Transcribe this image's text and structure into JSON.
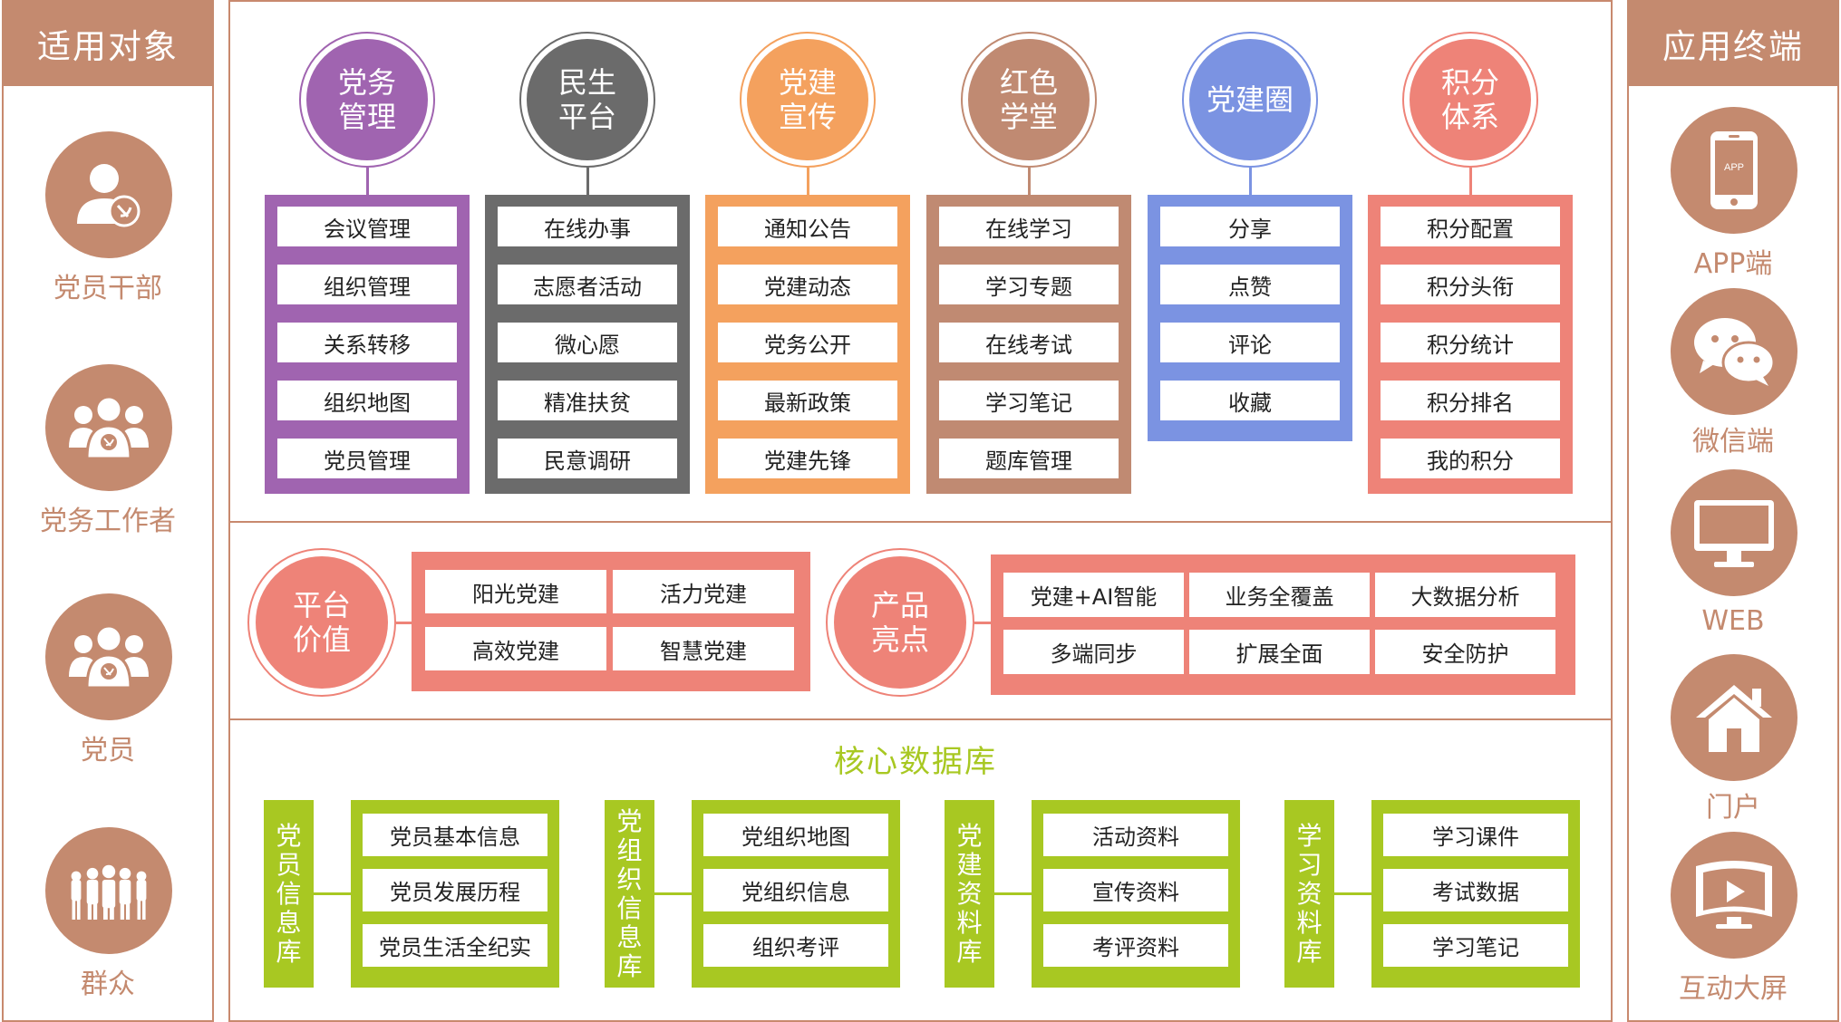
{
  "left_panel": {
    "title": "适用对象",
    "items": [
      {
        "label": "党员干部",
        "icon": "party-cadre-icon"
      },
      {
        "label": "党务工作者",
        "icon": "party-workers-icon"
      },
      {
        "label": "党员",
        "icon": "party-members-icon"
      },
      {
        "label": "群众",
        "icon": "crowd-icon"
      }
    ]
  },
  "right_panel": {
    "title": "应用终端",
    "items": [
      {
        "label": "APP端",
        "icon": "phone-app-icon",
        "icon_text": "APP"
      },
      {
        "label": "微信端",
        "icon": "wechat-icon"
      },
      {
        "label": "WEB",
        "icon": "monitor-icon"
      },
      {
        "label": "门户",
        "icon": "home-icon"
      },
      {
        "label": "互动大屏",
        "icon": "big-screen-icon"
      }
    ]
  },
  "modules": [
    {
      "title_lines": [
        "党务",
        "管理"
      ],
      "color": "#a064b0",
      "items": [
        "会议管理",
        "组织管理",
        "关系转移",
        "组织地图",
        "党员管理"
      ]
    },
    {
      "title_lines": [
        "民生",
        "平台"
      ],
      "color": "#6b6b6b",
      "items": [
        "在线办事",
        "志愿者活动",
        "微心愿",
        "精准扶贫",
        "民意调研"
      ]
    },
    {
      "title_lines": [
        "党建",
        "宣传"
      ],
      "color": "#f4a15e",
      "items": [
        "通知公告",
        "党建动态",
        "党务公开",
        "最新政策",
        "党建先锋"
      ]
    },
    {
      "title_lines": [
        "红色",
        "学堂"
      ],
      "color": "#c08a72",
      "items": [
        "在线学习",
        "学习专题",
        "在线考试",
        "学习笔记",
        "题库管理"
      ]
    },
    {
      "title_lines": [
        "党建圈"
      ],
      "color": "#7b93e2",
      "items": [
        "分享",
        "点赞",
        "评论",
        "收藏"
      ]
    },
    {
      "title_lines": [
        "积分",
        "体系"
      ],
      "color": "#ee8378",
      "items": [
        "积分配置",
        "积分头衔",
        "积分统计",
        "积分排名",
        "我的积分"
      ]
    }
  ],
  "platform_value": {
    "title_lines": [
      "平台",
      "价值"
    ],
    "color": "#ee8378",
    "items": [
      "阳光党建",
      "活力党建",
      "高效党建",
      "智慧党建"
    ]
  },
  "product_highlights": {
    "title_lines": [
      "产品",
      "亮点"
    ],
    "color": "#ee8378",
    "items": [
      "党建+AI智能",
      "业务全覆盖",
      "大数据分析",
      "多端同步",
      "扩展全面",
      "安全防护"
    ]
  },
  "core_db": {
    "title": "核心数据库",
    "color": "#a8c822",
    "groups": [
      {
        "label_chars": [
          "党",
          "员",
          "信",
          "息",
          "库"
        ],
        "items": [
          "党员基本信息",
          "党员发展历程",
          "党员生活全纪实"
        ]
      },
      {
        "label_chars": [
          "党",
          "组",
          "织",
          "信",
          "息",
          "库"
        ],
        "items": [
          "党组织地图",
          "党组织信息",
          "组织考评"
        ]
      },
      {
        "label_chars": [
          "党",
          "建",
          "资",
          "料",
          "库"
        ],
        "items": [
          "活动资料",
          "宣传资料",
          "考评资料"
        ]
      },
      {
        "label_chars": [
          "学",
          "习",
          "资",
          "料",
          "库"
        ],
        "items": [
          "学习课件",
          "考试数据",
          "学习笔记"
        ]
      }
    ]
  }
}
